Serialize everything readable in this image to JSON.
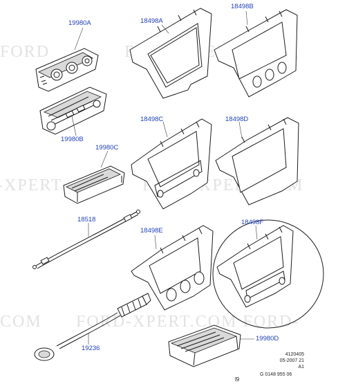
{
  "watermark": {
    "text_left": "FORD",
    "text_full": "FORD-XPERT.COM",
    "text_mid_left": "-XPERT",
    "text_bottom_left": "COM",
    "text_bottom_right": "FORD-XPERT.COM  FORD-"
  },
  "parts": [
    {
      "id": "19980A",
      "label": "19980A"
    },
    {
      "id": "19980B",
      "label": "19980B"
    },
    {
      "id": "19980C",
      "label": "19980C"
    },
    {
      "id": "18518",
      "label": "18518"
    },
    {
      "id": "19236",
      "label": "19236"
    },
    {
      "id": "18498A",
      "label": "18498A"
    },
    {
      "id": "18498B",
      "label": "18498B"
    },
    {
      "id": "18498C",
      "label": "18498C"
    },
    {
      "id": "18498D",
      "label": "18498D"
    },
    {
      "id": "18498E",
      "label": "18498E"
    },
    {
      "id": "18498F",
      "label": "18498F"
    },
    {
      "id": "19980D",
      "label": "19980D"
    }
  ],
  "reference": {
    "line1": "4120405",
    "line2": "05-2007 21",
    "line3": "A1",
    "line4": "G 0148 955 06"
  },
  "page_number": "ſ9"
}
